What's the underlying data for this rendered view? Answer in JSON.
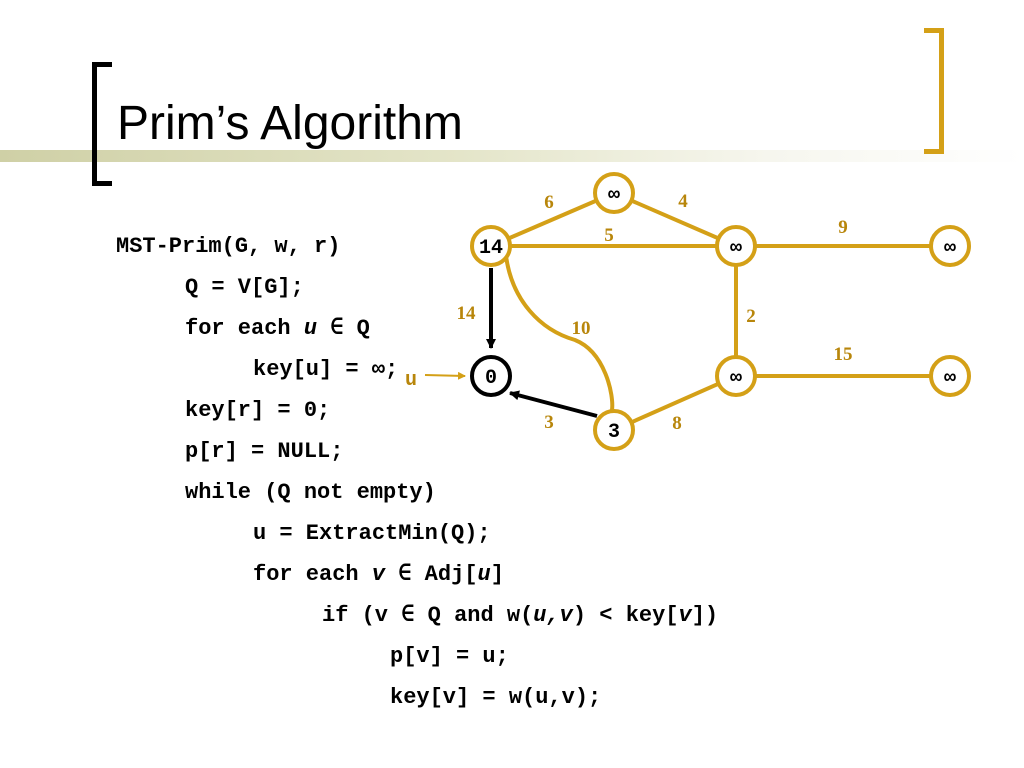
{
  "slide": {
    "title": "Prim’s Algorithm"
  },
  "colors": {
    "accent": "#d4a017",
    "weight_label": "#b8860b",
    "highlight": "#000000"
  },
  "code": {
    "line1": "MST-Prim(G, w, r)",
    "line2": "Q = V[G];",
    "line3_pre": "for each ",
    "line3_var": "u",
    "line3_post": " ∈ Q",
    "line4": "key[u] = ∞;",
    "line5": "key[r] = 0;",
    "line6": "p[r] = NULL;",
    "line7": "while (Q not empty)",
    "line8": "u = ExtractMin(Q);",
    "line9_pre": "for each ",
    "line9_var": "v",
    "line9_mid": " ∈ Adj[",
    "line9_var2": "u",
    "line9_post": "]",
    "line10_pre": "if (v ∈ Q and w(",
    "line10_var": "u,v",
    "line10_mid": ") < key[",
    "line10_var2": "v",
    "line10_post": "])",
    "line11": "p[v] = u;",
    "line12": "key[v] = w(u,v);"
  },
  "graph": {
    "nodes": {
      "top": "∞",
      "left": "14",
      "mid_upper": "∞",
      "right_upper": "∞",
      "root": "0",
      "mid_lower": "∞",
      "right_lower": "∞",
      "bottom": "3"
    },
    "weights": {
      "left_top": "6",
      "top_mid": "4",
      "left_mid": "5",
      "mid_right_upper": "9",
      "left_root": "14",
      "left_bottom": "10",
      "mid_vertical": "2",
      "mid_right_lower": "15",
      "root_bottom": "3",
      "bottom_mid": "8"
    },
    "pointer_label": "u"
  }
}
